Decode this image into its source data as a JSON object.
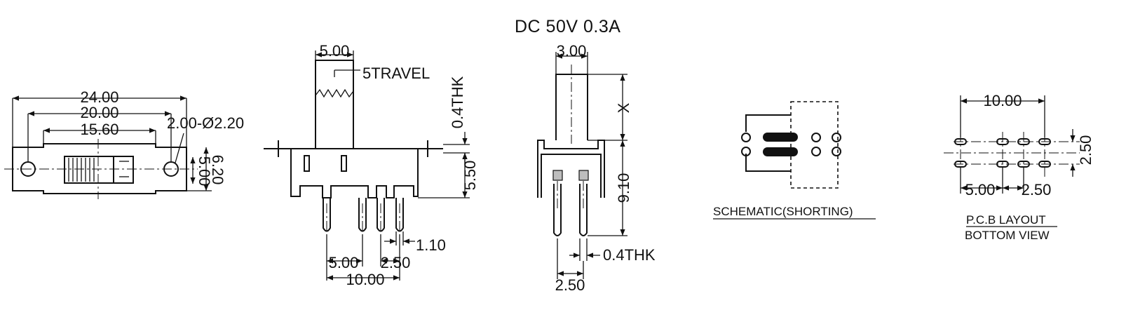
{
  "title": "DC  50V  0.3A",
  "top_view": {
    "dims": [
      "24.00",
      "20.00",
      "15.60",
      "2.00-Ø2.20",
      "5.00",
      "6.20"
    ]
  },
  "front_view": {
    "dims": [
      "5.00",
      "5TRAVEL",
      "0.4THK",
      "5.50",
      "1.10",
      "5.00",
      "2.50",
      "10.00"
    ]
  },
  "side_view": {
    "dims": [
      "3.00",
      "X",
      "9.10",
      "0.4THK",
      "2.50"
    ]
  },
  "schematic": {
    "caption": "SCHEMATIC(SHORTING)"
  },
  "pcb": {
    "dims": [
      "10.00",
      "2.50",
      "5.00",
      "2.50"
    ],
    "caption_1": "P.C.B LAYOUT",
    "caption_2": "BOTTOM VIEW"
  }
}
